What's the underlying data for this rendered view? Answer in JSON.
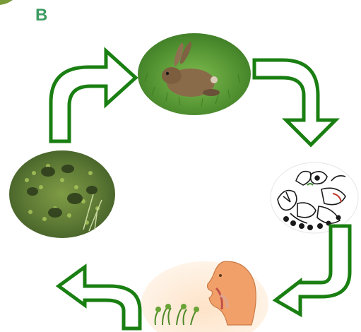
{
  "header": {
    "section_letter": "B"
  },
  "colors": {
    "letter": "#3b9b61",
    "arrow_stroke": "#1a7f12",
    "arrow_fill": "#ffffff",
    "grass": "#5a9a3a",
    "rabbit": "#8a6b49",
    "pond": "#4f6a2e",
    "human_skin": "#f2a06a"
  },
  "diagram": {
    "type": "cycle",
    "direction": "clockwise",
    "nodes": [
      {
        "id": "rabbit-on-grass",
        "label": ""
      },
      {
        "id": "mixed-foods-sketch",
        "label": ""
      },
      {
        "id": "human-eating-plants",
        "label": ""
      },
      {
        "id": "pond-duckweed",
        "label": ""
      }
    ],
    "arrows": [
      {
        "from": "rabbit-on-grass",
        "to": "mixed-foods-sketch"
      },
      {
        "from": "mixed-foods-sketch",
        "to": "human-eating-plants"
      },
      {
        "from": "human-eating-plants",
        "to": "pond-duckweed"
      },
      {
        "from": "pond-duckweed",
        "to": "rabbit-on-grass"
      }
    ]
  }
}
